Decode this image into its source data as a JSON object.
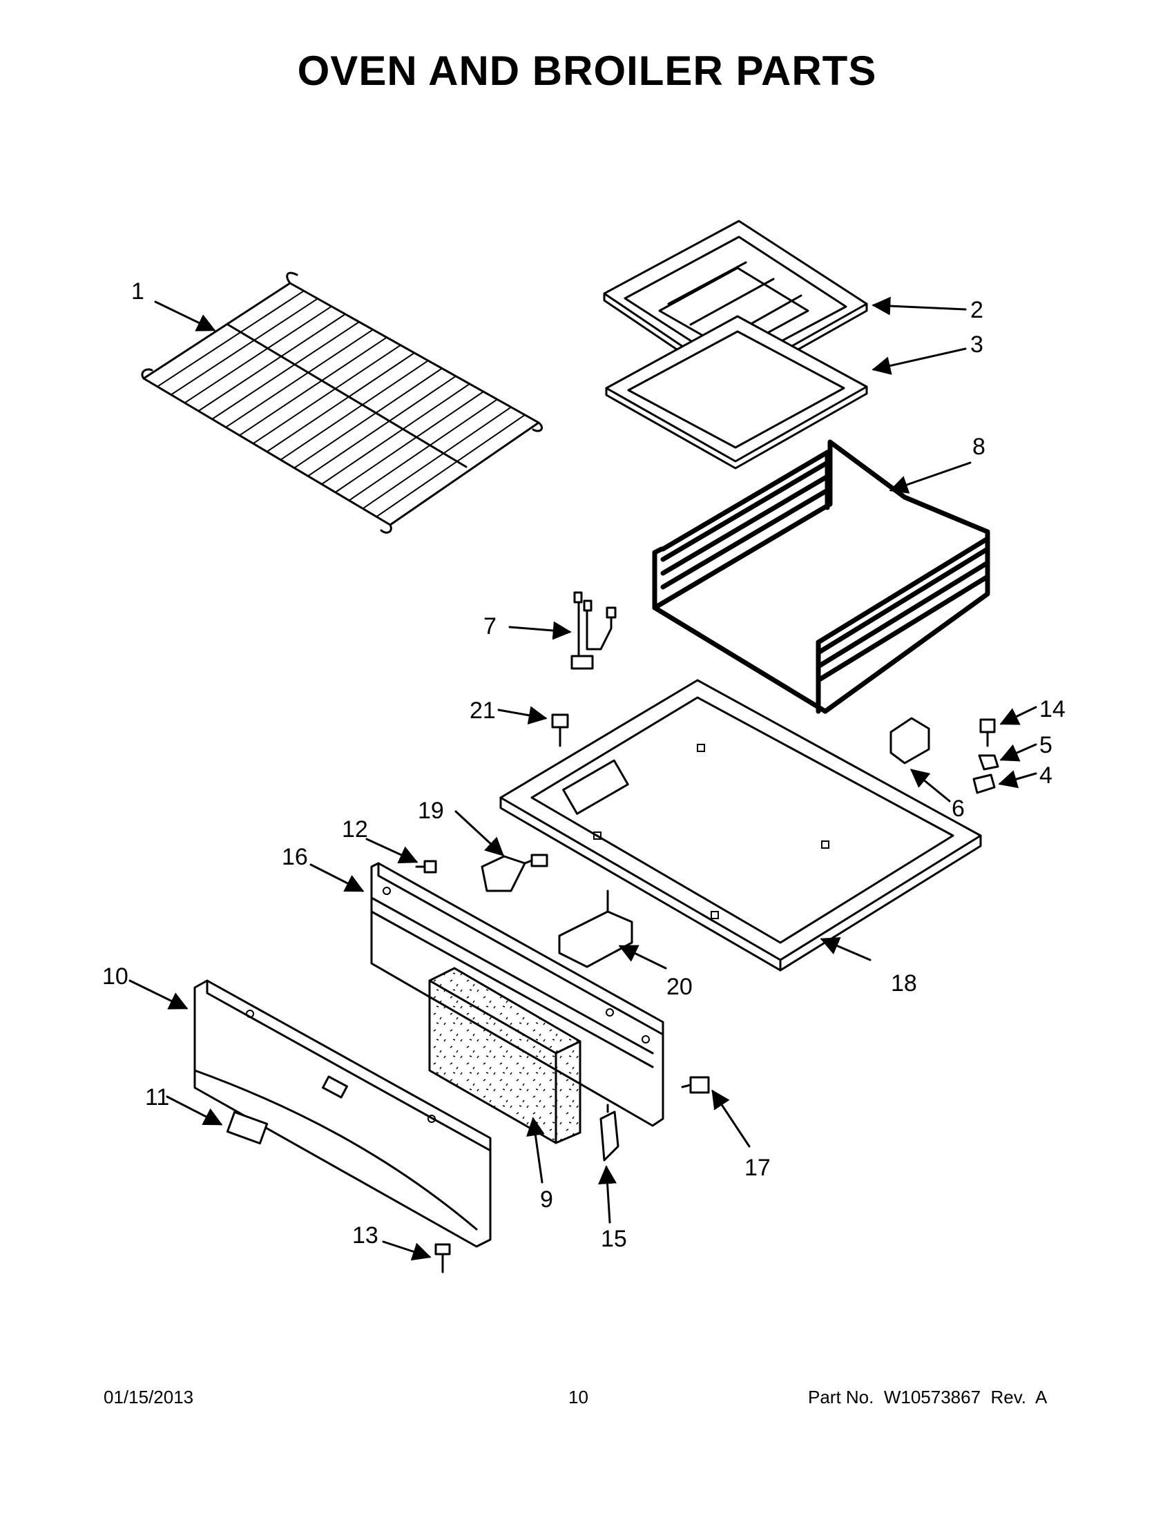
{
  "page": {
    "title": "OVEN AND BROILER PARTS",
    "footer": {
      "date": "01/15/2013",
      "page_number": "10",
      "part_number": "Part No.  W10573867  Rev.  A"
    }
  },
  "callouts": [
    "1",
    "2",
    "3",
    "4",
    "5",
    "6",
    "7",
    "8",
    "9",
    "10",
    "11",
    "12",
    "13",
    "14",
    "15",
    "16",
    "17",
    "18",
    "19",
    "20",
    "21"
  ]
}
